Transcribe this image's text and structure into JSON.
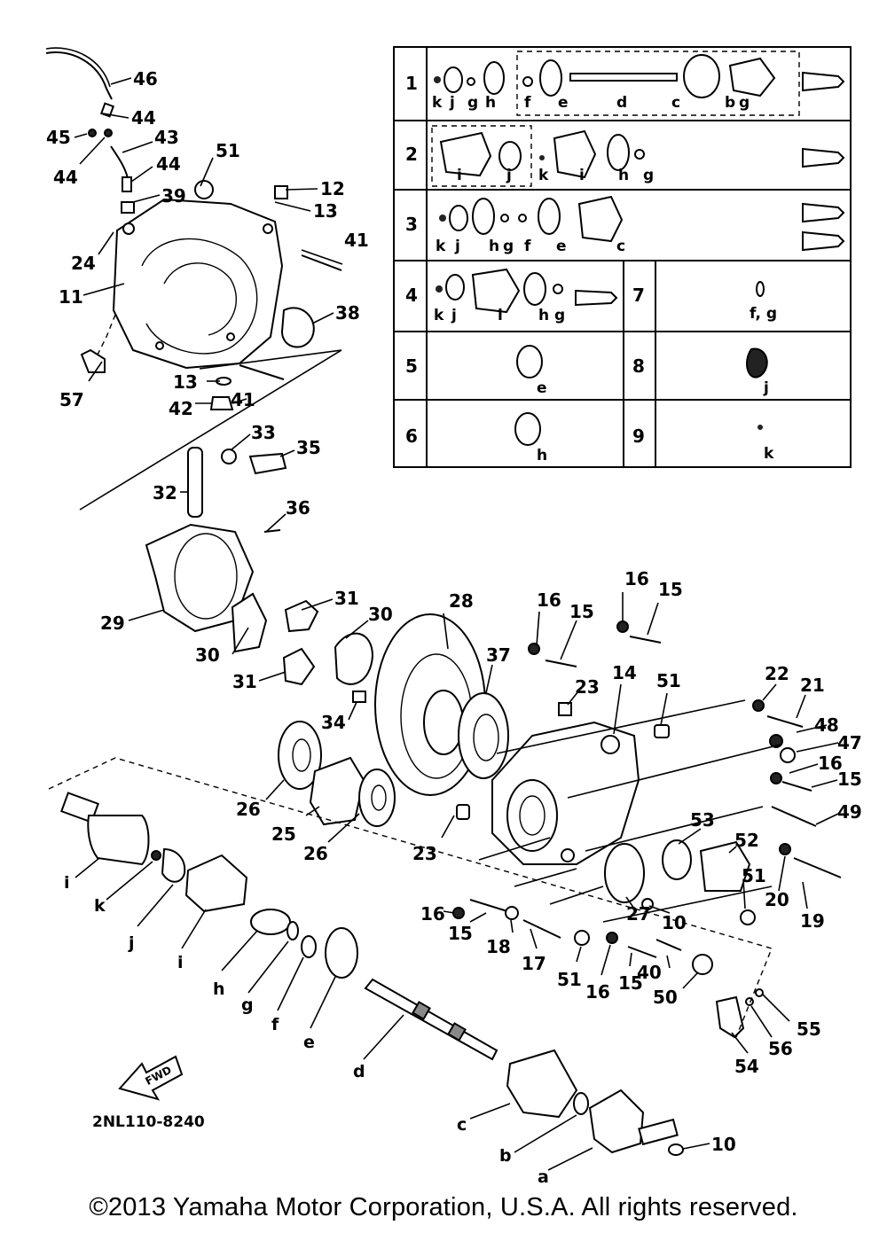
{
  "callouts": {
    "n46": "46",
    "n44a": "44",
    "n45": "45",
    "n44b": "44",
    "n43": "43",
    "n44c": "44",
    "n51a": "51",
    "n12": "12",
    "n13a": "13",
    "n39": "39",
    "n24": "24",
    "n41a": "41",
    "n11": "11",
    "n38": "38",
    "n57": "57",
    "n13b": "13",
    "n41b": "41",
    "n42": "42",
    "n33": "33",
    "n35": "35",
    "n32": "32",
    "n36": "36",
    "n29": "29",
    "n31a": "31",
    "n30a": "30",
    "n30b": "30",
    "n31b": "31",
    "n28": "28",
    "n34": "34",
    "n37": "37",
    "n16a": "16",
    "n15a": "15",
    "n16b": "16",
    "n15b": "15",
    "n23a": "23",
    "n14": "14",
    "n51b": "51",
    "n22": "22",
    "n21": "21",
    "n48": "48",
    "n47": "47",
    "n16c": "16",
    "n15c": "15",
    "n49": "49",
    "n26a": "26",
    "n25": "25",
    "n26b": "26",
    "n23b": "23",
    "n53": "53",
    "n52": "52",
    "n51c": "51",
    "n20": "20",
    "n19": "19",
    "n27": "27",
    "n10a": "10",
    "n16d": "16",
    "n15d": "15",
    "n18": "18",
    "n17": "17",
    "n51d": "51",
    "n16e": "16",
    "n15e": "15",
    "n40": "40",
    "n50": "50",
    "n55": "55",
    "n56": "56",
    "n54": "54",
    "n10b": "10"
  },
  "letters": {
    "i1": "i",
    "k": "k",
    "j": "j",
    "i2": "i",
    "h": "h",
    "g": "g",
    "f": "f",
    "e": "e",
    "d": "d",
    "c": "c",
    "b": "b",
    "a": "a"
  },
  "table": {
    "rows": [
      {
        "num": "1",
        "letters": [
          "k",
          "j",
          "g",
          "h",
          "f",
          "e",
          "d",
          "c",
          "b",
          "g"
        ]
      },
      {
        "num": "2",
        "letters": [
          "i",
          "j",
          "k",
          "i",
          "h",
          "g"
        ]
      },
      {
        "num": "3",
        "letters": [
          "k",
          "j",
          "h",
          "g",
          "f",
          "e",
          "c"
        ]
      },
      {
        "num": "4",
        "letters": [
          "k",
          "j",
          "i",
          "h",
          "g"
        ]
      },
      {
        "num": "5",
        "letters": [
          "e"
        ]
      },
      {
        "num": "6",
        "letters": [
          "h"
        ]
      },
      {
        "num": "7",
        "letters": [
          "f, g"
        ]
      },
      {
        "num": "8",
        "letters": [
          "j"
        ]
      },
      {
        "num": "9",
        "letters": [
          "k"
        ]
      }
    ]
  },
  "fwd_label": "FWD",
  "diagram_code": "2NL110-8240",
  "copyright": "©2013 Yamaha Motor Corporation, U.S.A. All rights reserved."
}
